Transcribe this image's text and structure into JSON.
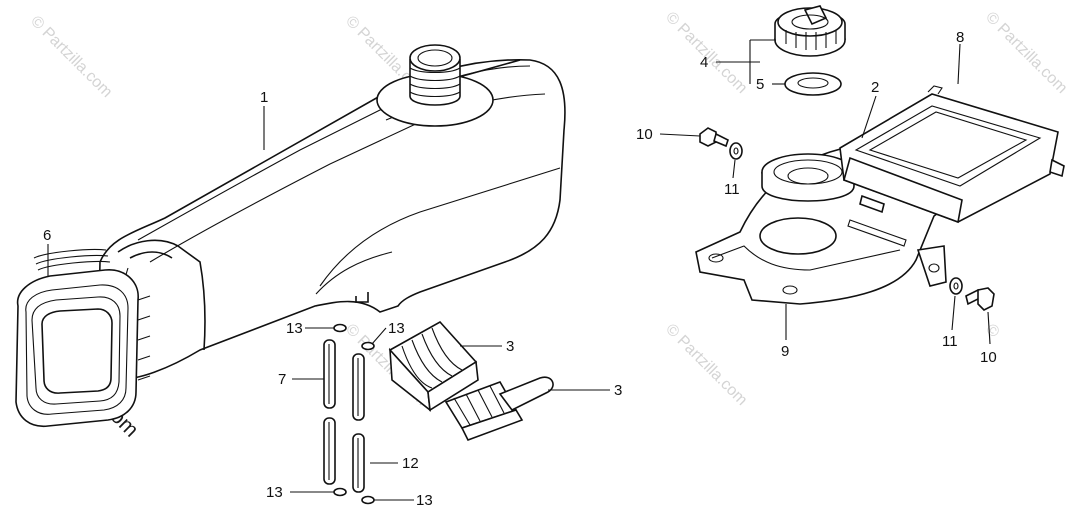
{
  "watermark": {
    "text": "© Partzilla.com",
    "corner_text": "©"
  },
  "callouts": {
    "c1": "1",
    "c2": "2",
    "c3a": "3",
    "c3b": "3",
    "c4": "4",
    "c5": "5",
    "c6": "6",
    "c7": "7",
    "c8": "8",
    "c9": "9",
    "c10a": "10",
    "c10b": "10",
    "c11a": "11",
    "c11b": "11",
    "c12": "12",
    "c13a": "13",
    "c13b": "13",
    "c13c": "13",
    "c13d": "13"
  },
  "colors": {
    "line": "#111111",
    "paper": "#ffffff",
    "watermark": "#d4d4d4"
  }
}
